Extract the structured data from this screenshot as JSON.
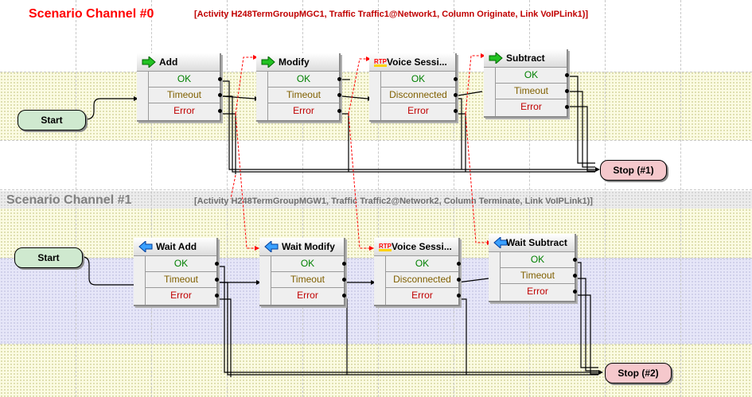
{
  "channels": [
    {
      "title": "Scenario Channel #0",
      "title_color": "#ff0000",
      "description": "[Activity H248TermGroupMGC1, Traffic Traffic1@Network1, Column Originate, Link VoIPLink1)]",
      "description_color": "#c00000",
      "start_label": "Start",
      "stop_label": "Stop (#1)",
      "nodes": [
        {
          "label": "Add",
          "icon": "green-arrow-right-icon",
          "rows": [
            "OK",
            "Timeout",
            "Error"
          ]
        },
        {
          "label": "Modify",
          "icon": "green-arrow-right-icon",
          "rows": [
            "OK",
            "Timeout",
            "Error"
          ]
        },
        {
          "label": "Voice Sessi...",
          "icon": "rtp-icon",
          "rows": [
            "OK",
            "Disconnected",
            "Error"
          ]
        },
        {
          "label": "Subtract",
          "icon": "green-arrow-right-icon",
          "rows": [
            "OK",
            "Timeout",
            "Error"
          ]
        }
      ]
    },
    {
      "title": "Scenario Channel #1",
      "title_color": "#808080",
      "description": "[Activity H248TermGroupMGW1, Traffic Traffic2@Network2, Column Terminate, Link VoIPLink1)]",
      "description_color": "#707070",
      "start_label": "Start",
      "stop_label": "Stop (#2)",
      "nodes": [
        {
          "label": "Wait Add",
          "icon": "blue-arrow-left-icon",
          "rows": [
            "OK",
            "Timeout",
            "Error"
          ]
        },
        {
          "label": "Wait Modify",
          "icon": "blue-arrow-left-icon",
          "rows": [
            "OK",
            "Timeout",
            "Error"
          ]
        },
        {
          "label": "Voice Sessi...",
          "icon": "rtp-icon",
          "rows": [
            "OK",
            "Disconnected",
            "Error"
          ]
        },
        {
          "label": "Wait Subtract",
          "icon": "blue-arrow-left-icon",
          "rows": [
            "OK",
            "Timeout",
            "Error"
          ]
        }
      ]
    }
  ],
  "colors": {
    "ok_text": "#008000",
    "timeout_text": "#806000",
    "error_text": "#c00000",
    "start_fill": "#cfe9cf",
    "stop_fill": "#f5c8cc",
    "sync_line": "#ff0000"
  }
}
